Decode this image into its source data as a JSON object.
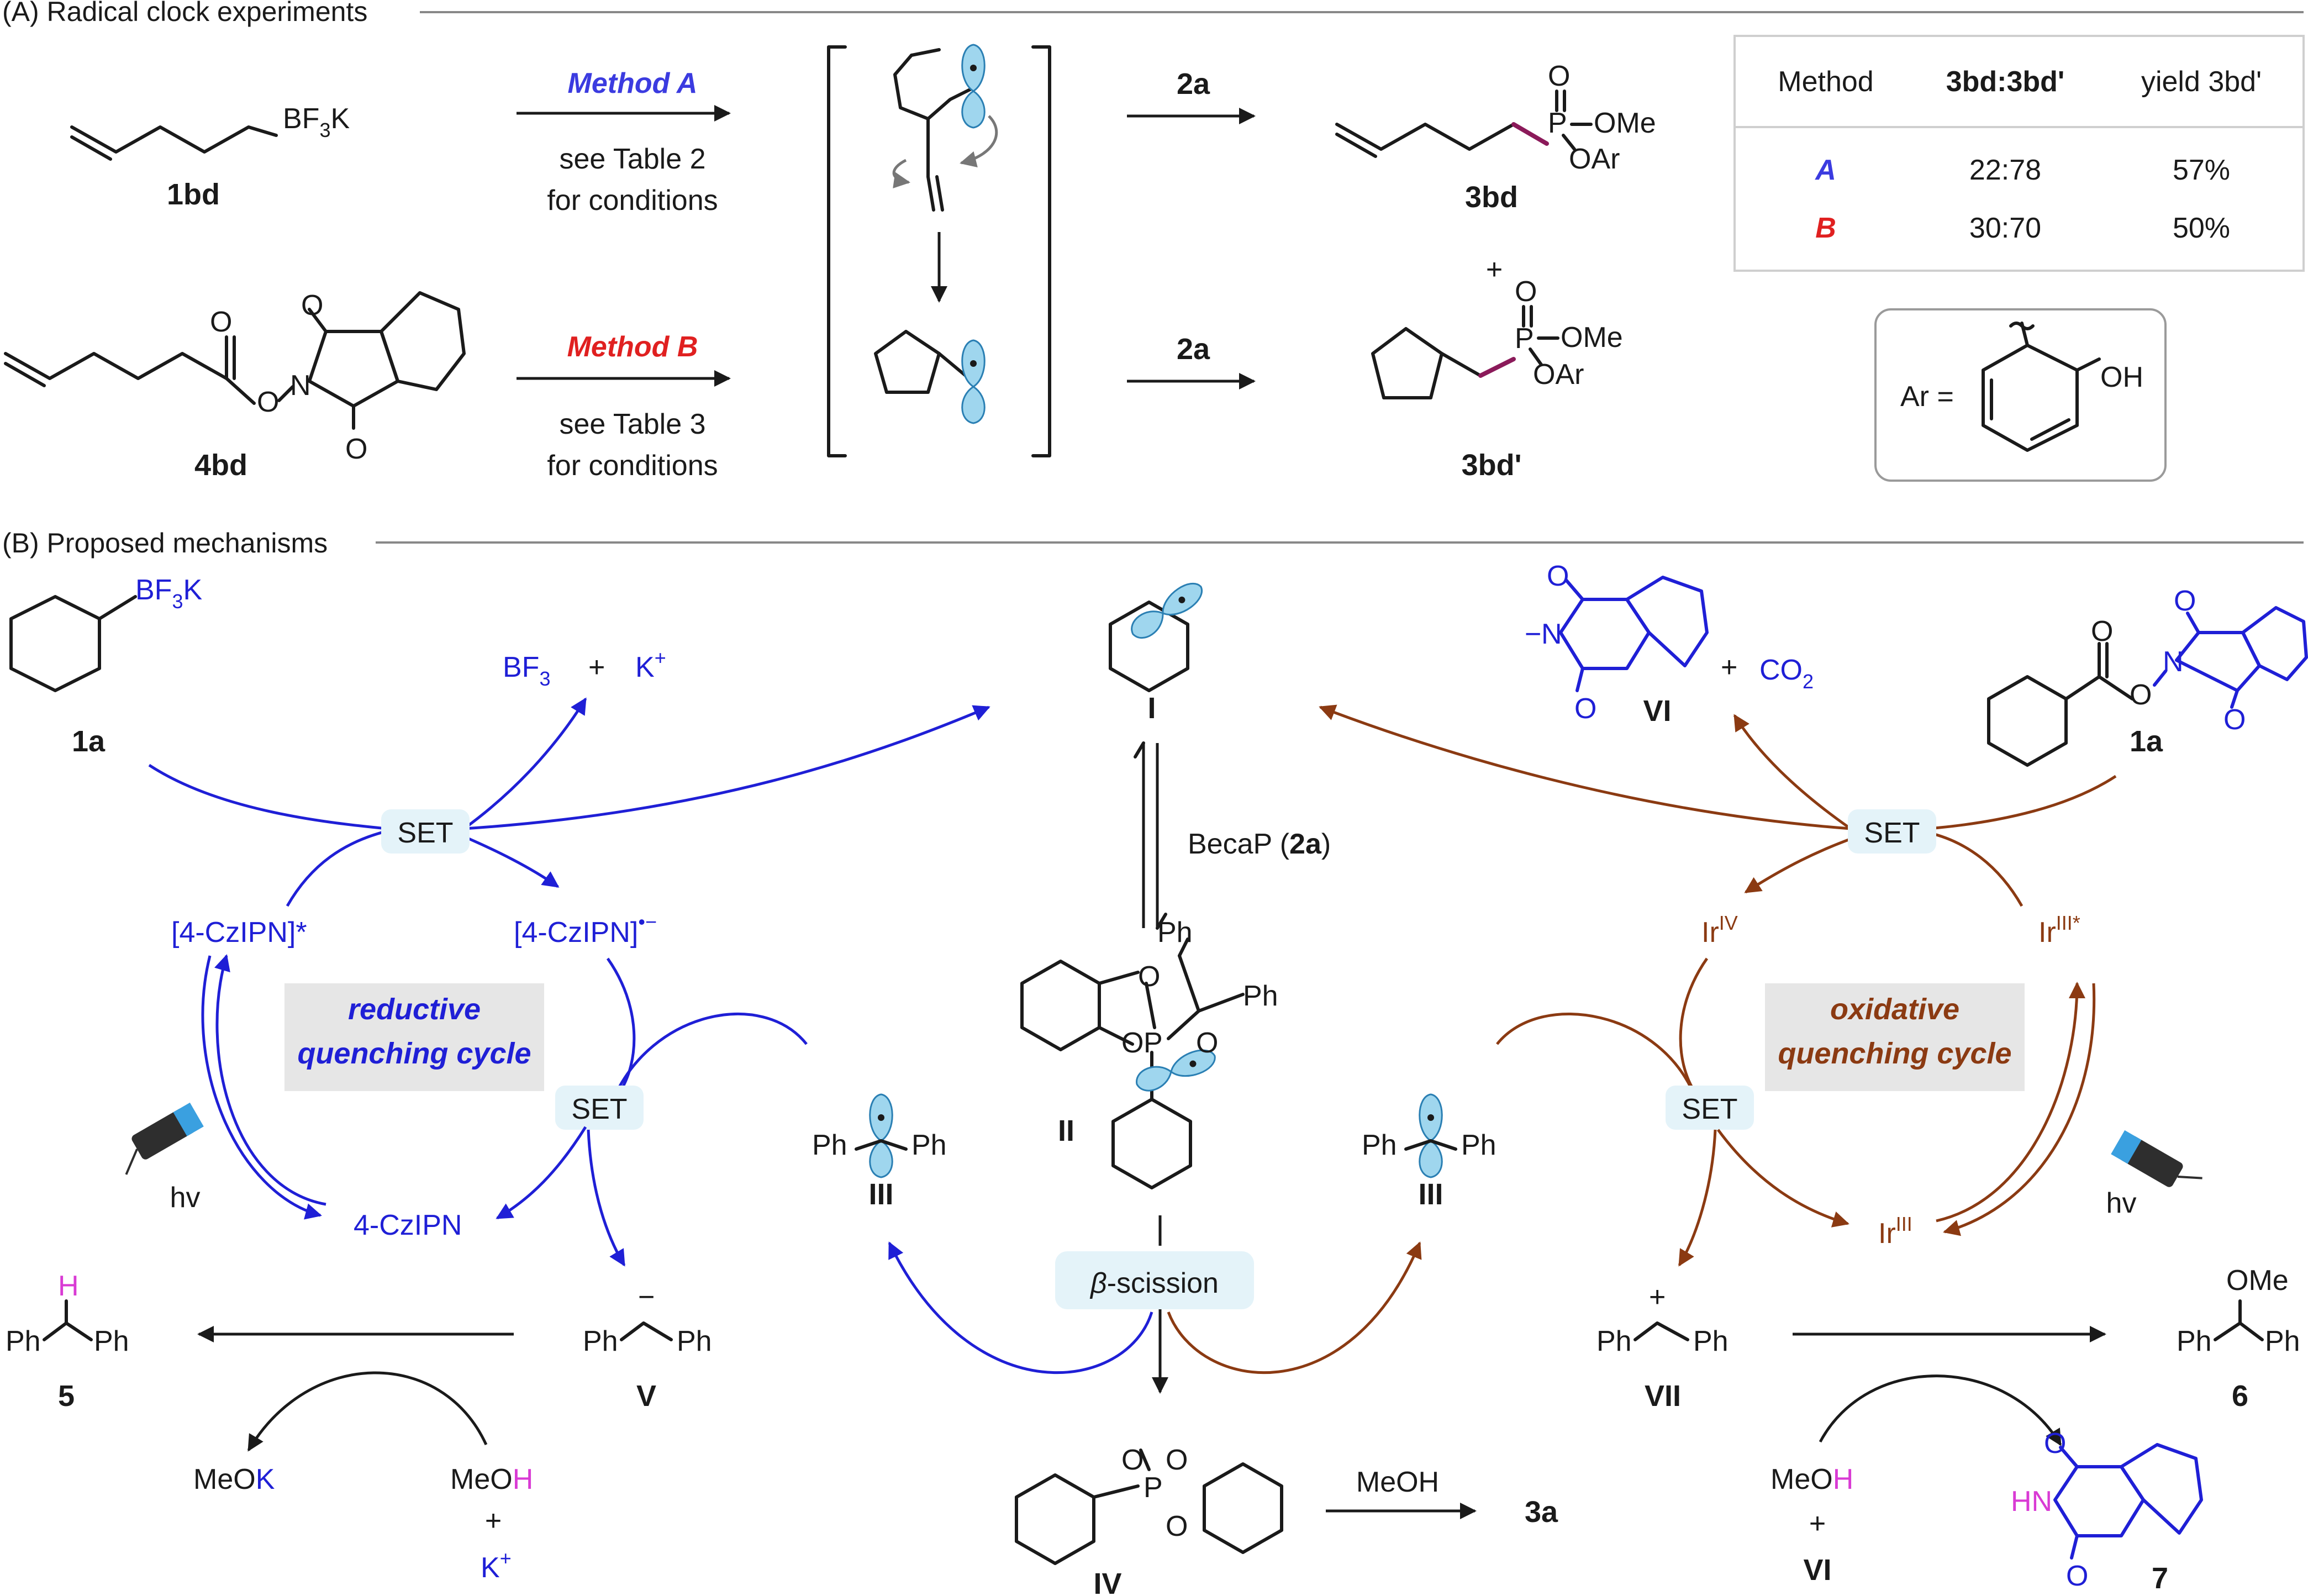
{
  "sectionA": {
    "title": "(A) Radical clock experiments"
  },
  "sectionB": {
    "title": "(B) Proposed mechanisms"
  },
  "methodA": {
    "label": "Method A",
    "line1": "see Table 2",
    "line2": "for conditions",
    "color": "#3b3be0"
  },
  "methodB": {
    "label": "Method B",
    "line1": "see Table 3",
    "line2": "for conditions",
    "color": "#e02020"
  },
  "compounds": {
    "c1bd": "1bd",
    "c4bd": "4bd",
    "c3bd": "3bd",
    "c3bdp": "3bd'",
    "reagent2a": "2a",
    "plus": "+",
    "bf3k": "BF",
    "bf3k_sub": "3",
    "bf3k_tail": "K",
    "ome": "OMe",
    "oar": "OAr",
    "o": "O",
    "p": "P",
    "n": "N"
  },
  "table": {
    "headers": [
      "Method",
      "3bd:3bd'",
      "yield 3bd'"
    ],
    "rows": [
      {
        "method": "A",
        "ratio": "22:78",
        "yield": "57%"
      },
      {
        "method": "B",
        "ratio": "30:70",
        "yield": "50%"
      }
    ]
  },
  "arBox": {
    "label": "Ar =",
    "oh": "OH"
  },
  "mechanism": {
    "c1a_left": "1a",
    "c1a_right": "1a",
    "bf3": "BF",
    "bf3_sub": "3",
    "kplus": "K",
    "plus_sign": "+",
    "co2": "CO",
    "co2_sub": "2",
    "I": "I",
    "II": "II",
    "III_left": "III",
    "III_right": "III",
    "IV": "IV",
    "V": "V",
    "VI": "VI",
    "VII": "VII",
    "set": "SET",
    "becap": "BecaP (",
    "becap_2a": "2a",
    "becap_close": ")",
    "czipn_star": "[4-CzIPN]*",
    "czipn_radanion": "[4-CzIPN]",
    "czipn_sup": "•−",
    "czipn": "4-CzIPN",
    "reductive": [
      "reductive",
      "quenching cycle"
    ],
    "oxidative": [
      "oxidative",
      "quenching cycle"
    ],
    "ir": "Ir",
    "ir_iv": "IV",
    "ir_iii_star": "III*",
    "ir_iii": "III",
    "hv_left": "hv",
    "hv_right": "hv",
    "beta": "β",
    "scission": "-scission",
    "ph": "Ph",
    "h": "H",
    "ome": "OMe",
    "meoh_pre": "MeO",
    "meoh_h": "H",
    "meok_pre": "MeO",
    "meok_k": "K",
    "meoh_label": "MeOH",
    "c5": "5",
    "c6": "6",
    "c7": "7",
    "c3a": "3a",
    "hn": "HN",
    "minus": "−",
    "cation": "+"
  },
  "colors": {
    "blue": "#1f1fd6",
    "brown": "#8b3a12",
    "magenta": "#d93bd4",
    "bond_purple": "#8b1a5a",
    "set_box": "#e4f3f9",
    "cycle_box": "#e6e6e6"
  }
}
